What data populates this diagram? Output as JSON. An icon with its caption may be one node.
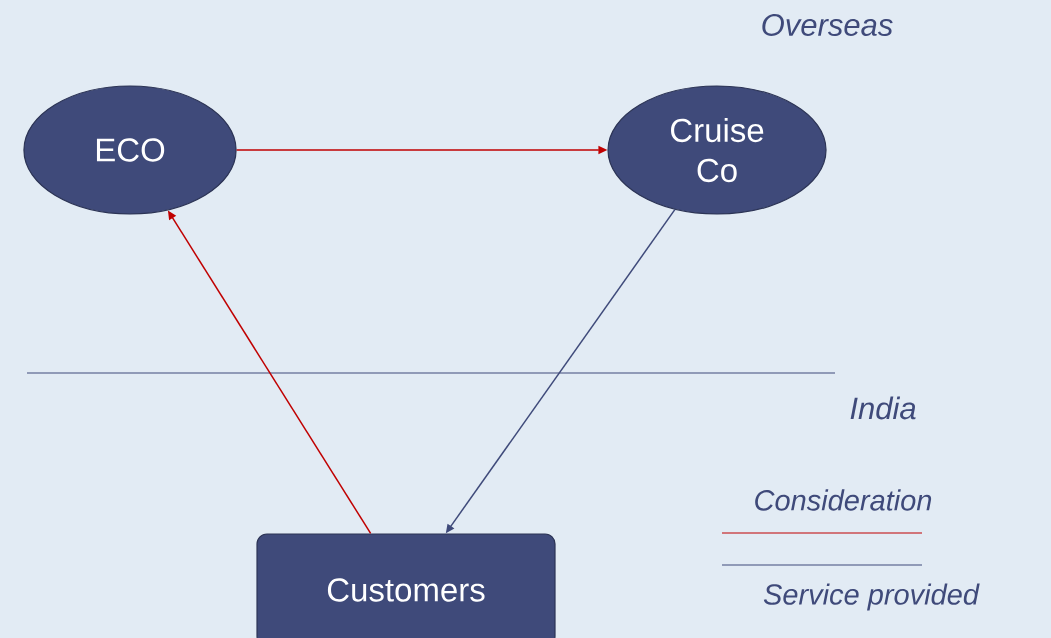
{
  "diagram": {
    "nodes": [
      {
        "text": [
          "ECO"
        ]
      },
      {
        "text": [
          "Cruise Co"
        ]
      },
      {
        "text": [
          "Customers"
        ]
      }
    ],
    "edges": [
      {
        "from": 0,
        "to": 1,
        "arrow": "to"
      },
      {
        "from": 2,
        "to": 0,
        "arrow": "to"
      },
      {
        "from": 1,
        "to": 2,
        "arrow": "to",
        "color": "#3f4a7a"
      }
    ],
    "labels": [
      "Overseas",
      "India"
    ],
    "legend": [
      {
        "text": "Consideration"
      },
      {
        "text": "Service provided"
      }
    ]
  }
}
